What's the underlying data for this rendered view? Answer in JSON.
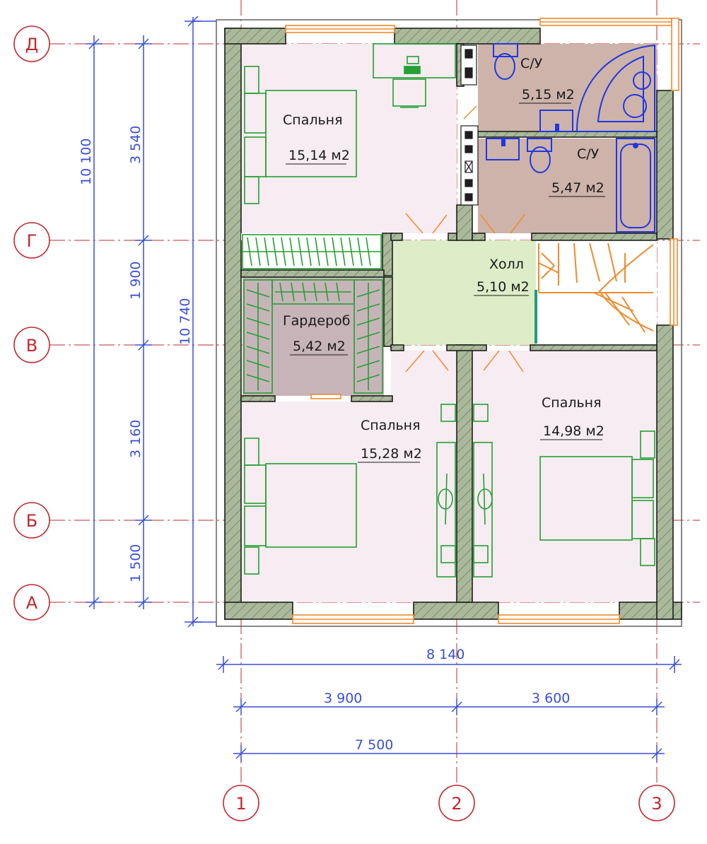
{
  "colors": {
    "wall_fill": "#a9b99a",
    "wall_stroke": "#1e1e1e",
    "bedroom_fill": "#f7ecf1",
    "bath_fill": "#cdb3aa",
    "hall_fill": "#dcedc8",
    "wardrobe_fill": "#c7b4b8",
    "axis_red": "#c0282d",
    "dim_blue": "#3a4fd8",
    "window_orange": "#f08a2c",
    "furniture_green": "#22a033",
    "plumbing_blue": "#2038e0"
  },
  "axes": {
    "rows": [
      "Д",
      "Г",
      "В",
      "Б",
      "А"
    ],
    "cols": [
      "1",
      "2",
      "3"
    ]
  },
  "rooms": {
    "bedroom_nw": {
      "name": "Спальня",
      "area": "15,14 м2"
    },
    "bath_top": {
      "name": "С/У",
      "area": "5,15 м2"
    },
    "bath_bottom": {
      "name": "С/У",
      "area": "5,47 м2"
    },
    "hall": {
      "name": "Холл",
      "area": "5,10 м2"
    },
    "wardrobe": {
      "name": "Гардероб",
      "area": "5,42 м2"
    },
    "bedroom_sw": {
      "name": "Спальня",
      "area": "15,28 м2"
    },
    "bedroom_se": {
      "name": "Спальня",
      "area": "14,98 м2"
    }
  },
  "dimensions": {
    "left_outer": "10 100",
    "left_inner": [
      "3 540",
      "1 900",
      "3 160",
      "1 500"
    ],
    "left_total": "10 740",
    "bottom_total": "8 140",
    "bottom_parts": [
      "3 900",
      "3 600"
    ],
    "bottom_axes": "7 500"
  }
}
